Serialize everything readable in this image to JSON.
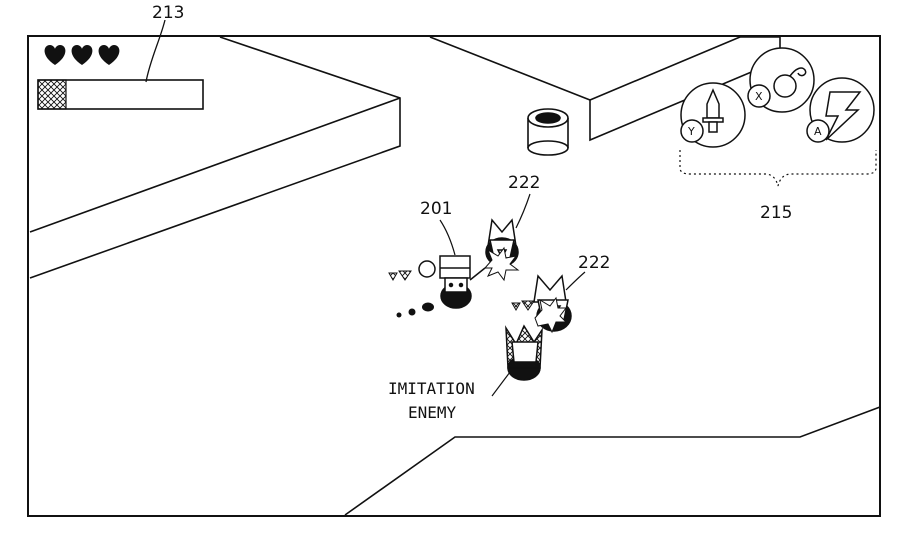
{
  "hud": {
    "hearts": 3,
    "gauge_fill": 0.17,
    "ref_gauge": "213"
  },
  "buttons": {
    "ref": "215",
    "y": {
      "letter": "Y",
      "item": "sword-icon"
    },
    "x": {
      "letter": "X",
      "item": "bomb-icon"
    },
    "a": {
      "letter": "A",
      "item": "lightning-icon"
    }
  },
  "characters": {
    "player_ref": "201",
    "enemy_ref_1": "222",
    "enemy_ref_2": "222",
    "imitation_label_line1": "IMITATION",
    "imitation_label_line2": "ENEMY"
  },
  "colors": {
    "outline": "#111111",
    "background": "#ffffff"
  }
}
